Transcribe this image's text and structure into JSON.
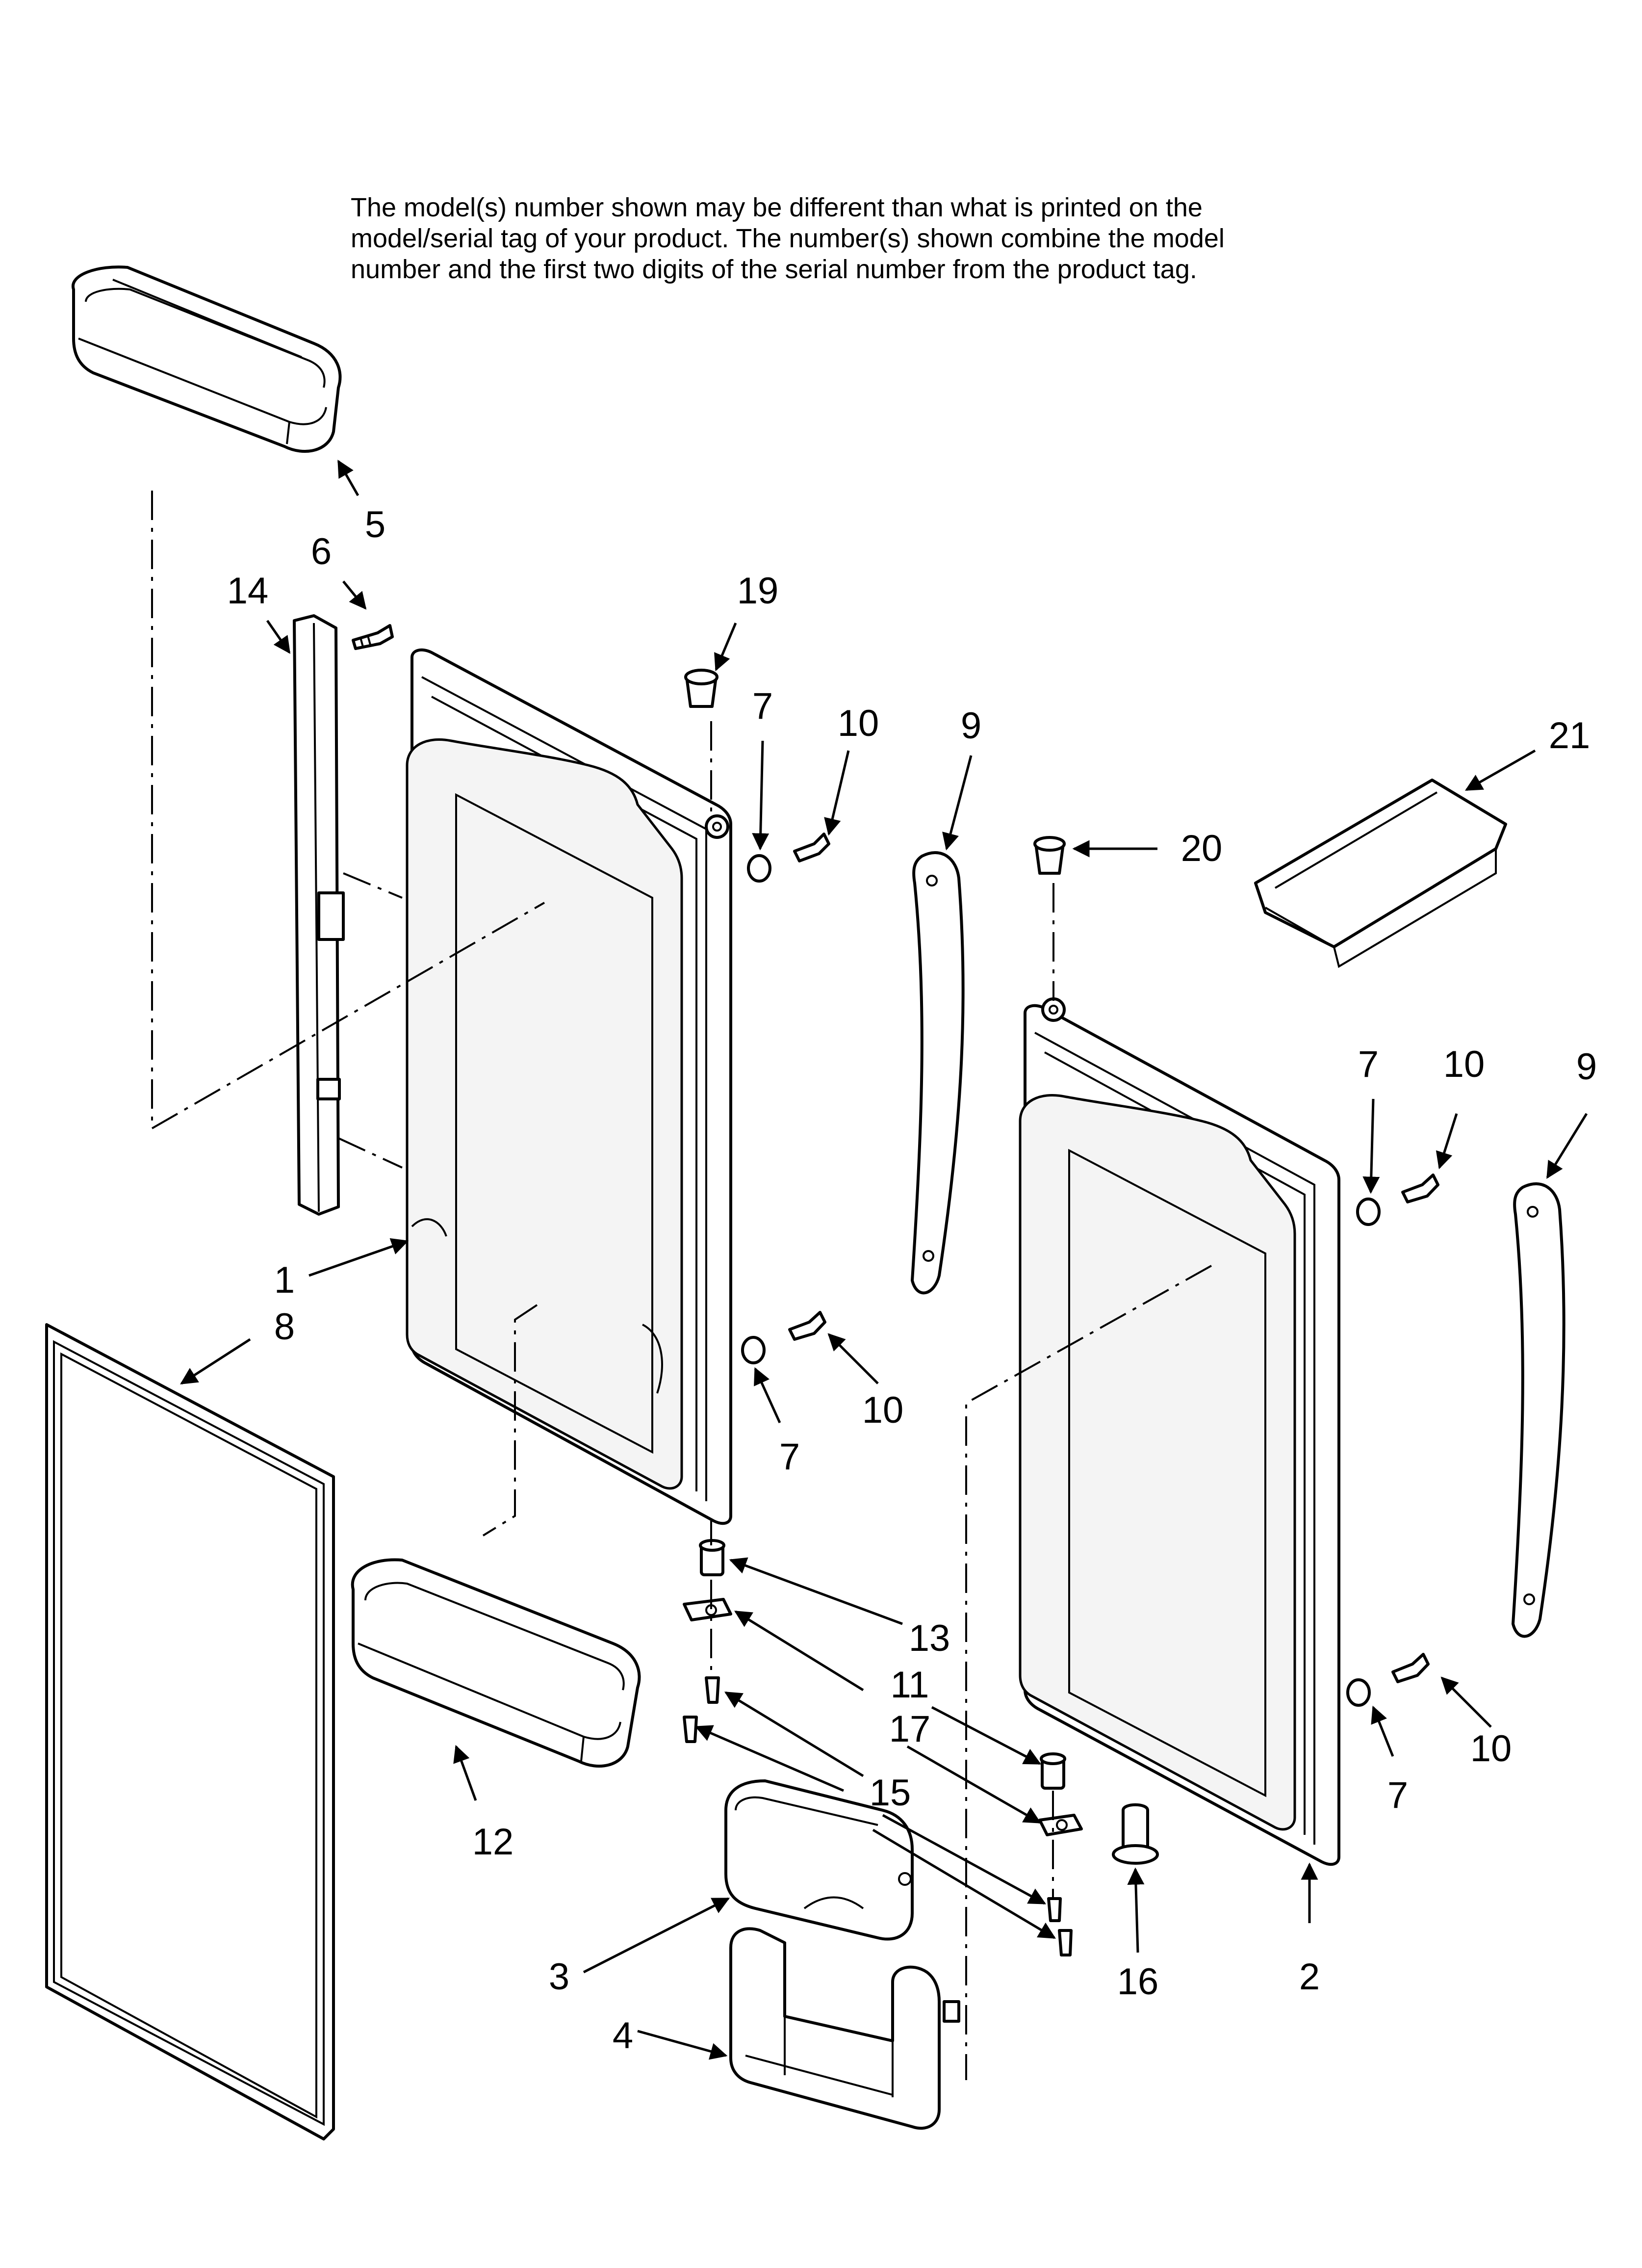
{
  "note": {
    "lines": [
      "The model(s) number shown may be different than what is printed on the",
      "model/serial tag of your product. The number(s) shown combine the model",
      "number and the first two digits of the serial number from the product tag."
    ]
  },
  "callouts": {
    "c1": "1",
    "c2": "2",
    "c3": "3",
    "c4": "4",
    "c5": "5",
    "c6": "6",
    "c7": "7",
    "c8": "8",
    "c9": "9",
    "c10": "10",
    "c11": "11",
    "c12": "12",
    "c13": "13",
    "c14": "14",
    "c15": "15",
    "c16": "16",
    "c17": "17",
    "c19": "19",
    "c20": "20",
    "c21": "21"
  }
}
